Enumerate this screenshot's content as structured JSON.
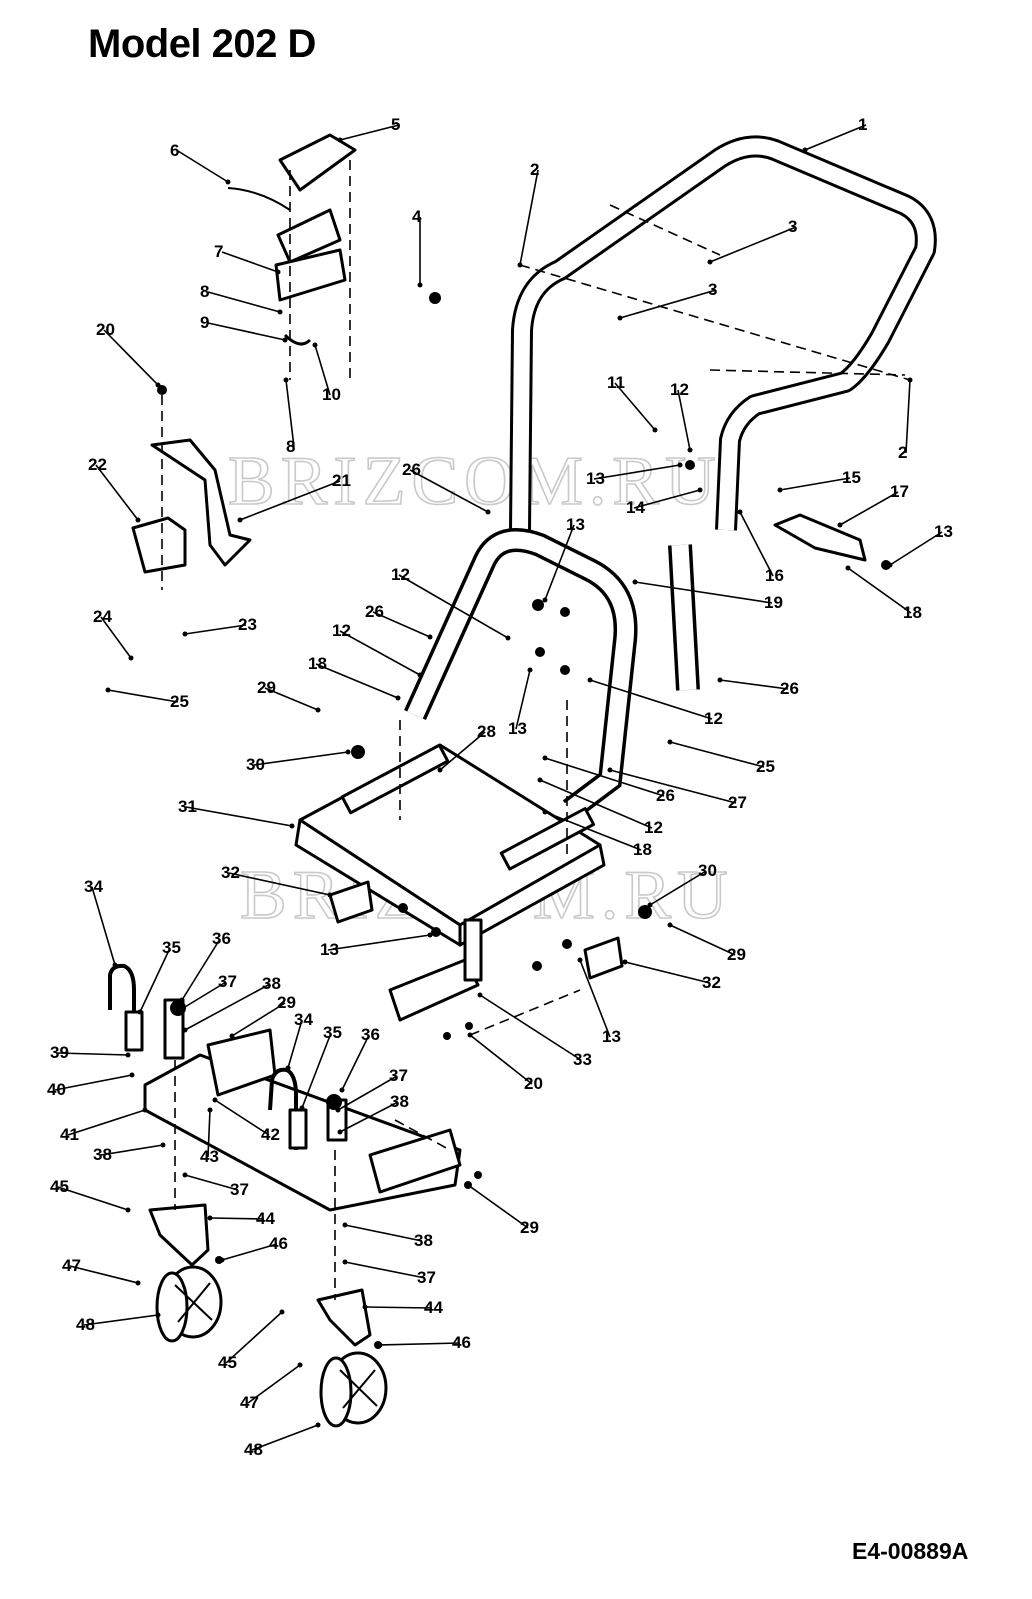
{
  "title": "Model 202 D",
  "drawing_code": "E4-00889A",
  "watermark": "BRIZCOM.RU",
  "callouts": [
    {
      "label": "1"
    },
    {
      "label": "2"
    },
    {
      "label": "2"
    },
    {
      "label": "3"
    },
    {
      "label": "3"
    },
    {
      "label": "4"
    },
    {
      "label": "5"
    },
    {
      "label": "6"
    },
    {
      "label": "7"
    },
    {
      "label": "8"
    },
    {
      "label": "9"
    },
    {
      "label": "10"
    },
    {
      "label": "8"
    },
    {
      "label": "20"
    },
    {
      "label": "22"
    },
    {
      "label": "21"
    },
    {
      "label": "26"
    },
    {
      "label": "11"
    },
    {
      "label": "12"
    },
    {
      "label": "13"
    },
    {
      "label": "14"
    },
    {
      "label": "15"
    },
    {
      "label": "17"
    },
    {
      "label": "13"
    },
    {
      "label": "13"
    },
    {
      "label": "16"
    },
    {
      "label": "18"
    },
    {
      "label": "19"
    },
    {
      "label": "12"
    },
    {
      "label": "24"
    },
    {
      "label": "23"
    },
    {
      "label": "25"
    },
    {
      "label": "26"
    },
    {
      "label": "12"
    },
    {
      "label": "18"
    },
    {
      "label": "29"
    },
    {
      "label": "30"
    },
    {
      "label": "28"
    },
    {
      "label": "13"
    },
    {
      "label": "12"
    },
    {
      "label": "26"
    },
    {
      "label": "25"
    },
    {
      "label": "26"
    },
    {
      "label": "27"
    },
    {
      "label": "31"
    },
    {
      "label": "12"
    },
    {
      "label": "18"
    },
    {
      "label": "32"
    },
    {
      "label": "30"
    },
    {
      "label": "13"
    },
    {
      "label": "29"
    },
    {
      "label": "32"
    },
    {
      "label": "13"
    },
    {
      "label": "33"
    },
    {
      "label": "20"
    },
    {
      "label": "34"
    },
    {
      "label": "35"
    },
    {
      "label": "36"
    },
    {
      "label": "37"
    },
    {
      "label": "38"
    },
    {
      "label": "29"
    },
    {
      "label": "39"
    },
    {
      "label": "40"
    },
    {
      "label": "34"
    },
    {
      "label": "35"
    },
    {
      "label": "36"
    },
    {
      "label": "37"
    },
    {
      "label": "38"
    },
    {
      "label": "41"
    },
    {
      "label": "42"
    },
    {
      "label": "43"
    },
    {
      "label": "38"
    },
    {
      "label": "37"
    },
    {
      "label": "29"
    },
    {
      "label": "45"
    },
    {
      "label": "44"
    },
    {
      "label": "46"
    },
    {
      "label": "38"
    },
    {
      "label": "37"
    },
    {
      "label": "47"
    },
    {
      "label": "48"
    },
    {
      "label": "44"
    },
    {
      "label": "46"
    },
    {
      "label": "45"
    },
    {
      "label": "47"
    },
    {
      "label": "48"
    }
  ]
}
